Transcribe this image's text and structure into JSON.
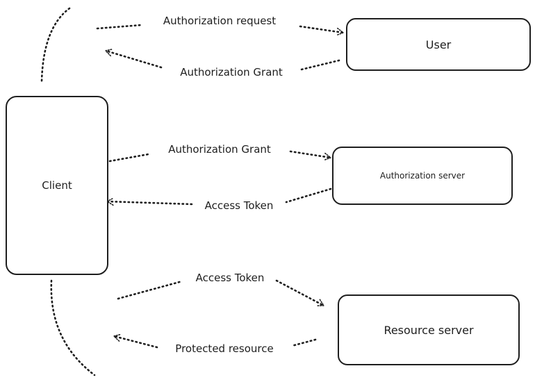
{
  "nodes": {
    "client": "Client",
    "user": "User",
    "authorization_server": "Authorization server",
    "resource_server": "Resource server"
  },
  "edges": {
    "authorization_request": "Authorization request",
    "authorization_grant_from_user": "Authorization Grant",
    "authorization_grant_to_server": "Authorization Grant",
    "access_token_from_server": "Access Token",
    "access_token_to_resource": "Access Token",
    "protected_resource": "Protected resource"
  },
  "colors": {
    "stroke": "#1e1e1e",
    "background": "#ffffff"
  }
}
